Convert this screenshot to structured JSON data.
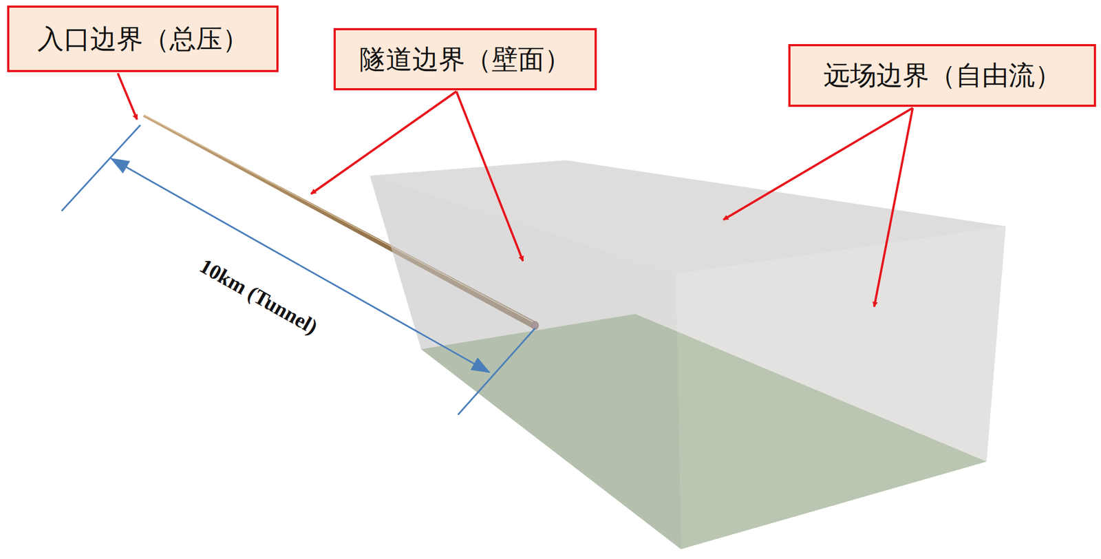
{
  "diagram": {
    "nodes": [
      {
        "text": [
          "入口边界（总压）"
        ]
      },
      {
        "text": [
          "隧道边界（壁面）"
        ]
      },
      {
        "text": [
          "远场边界（自由流）"
        ]
      }
    ],
    "labels": [
      "10km (Tunnel)"
    ]
  }
}
